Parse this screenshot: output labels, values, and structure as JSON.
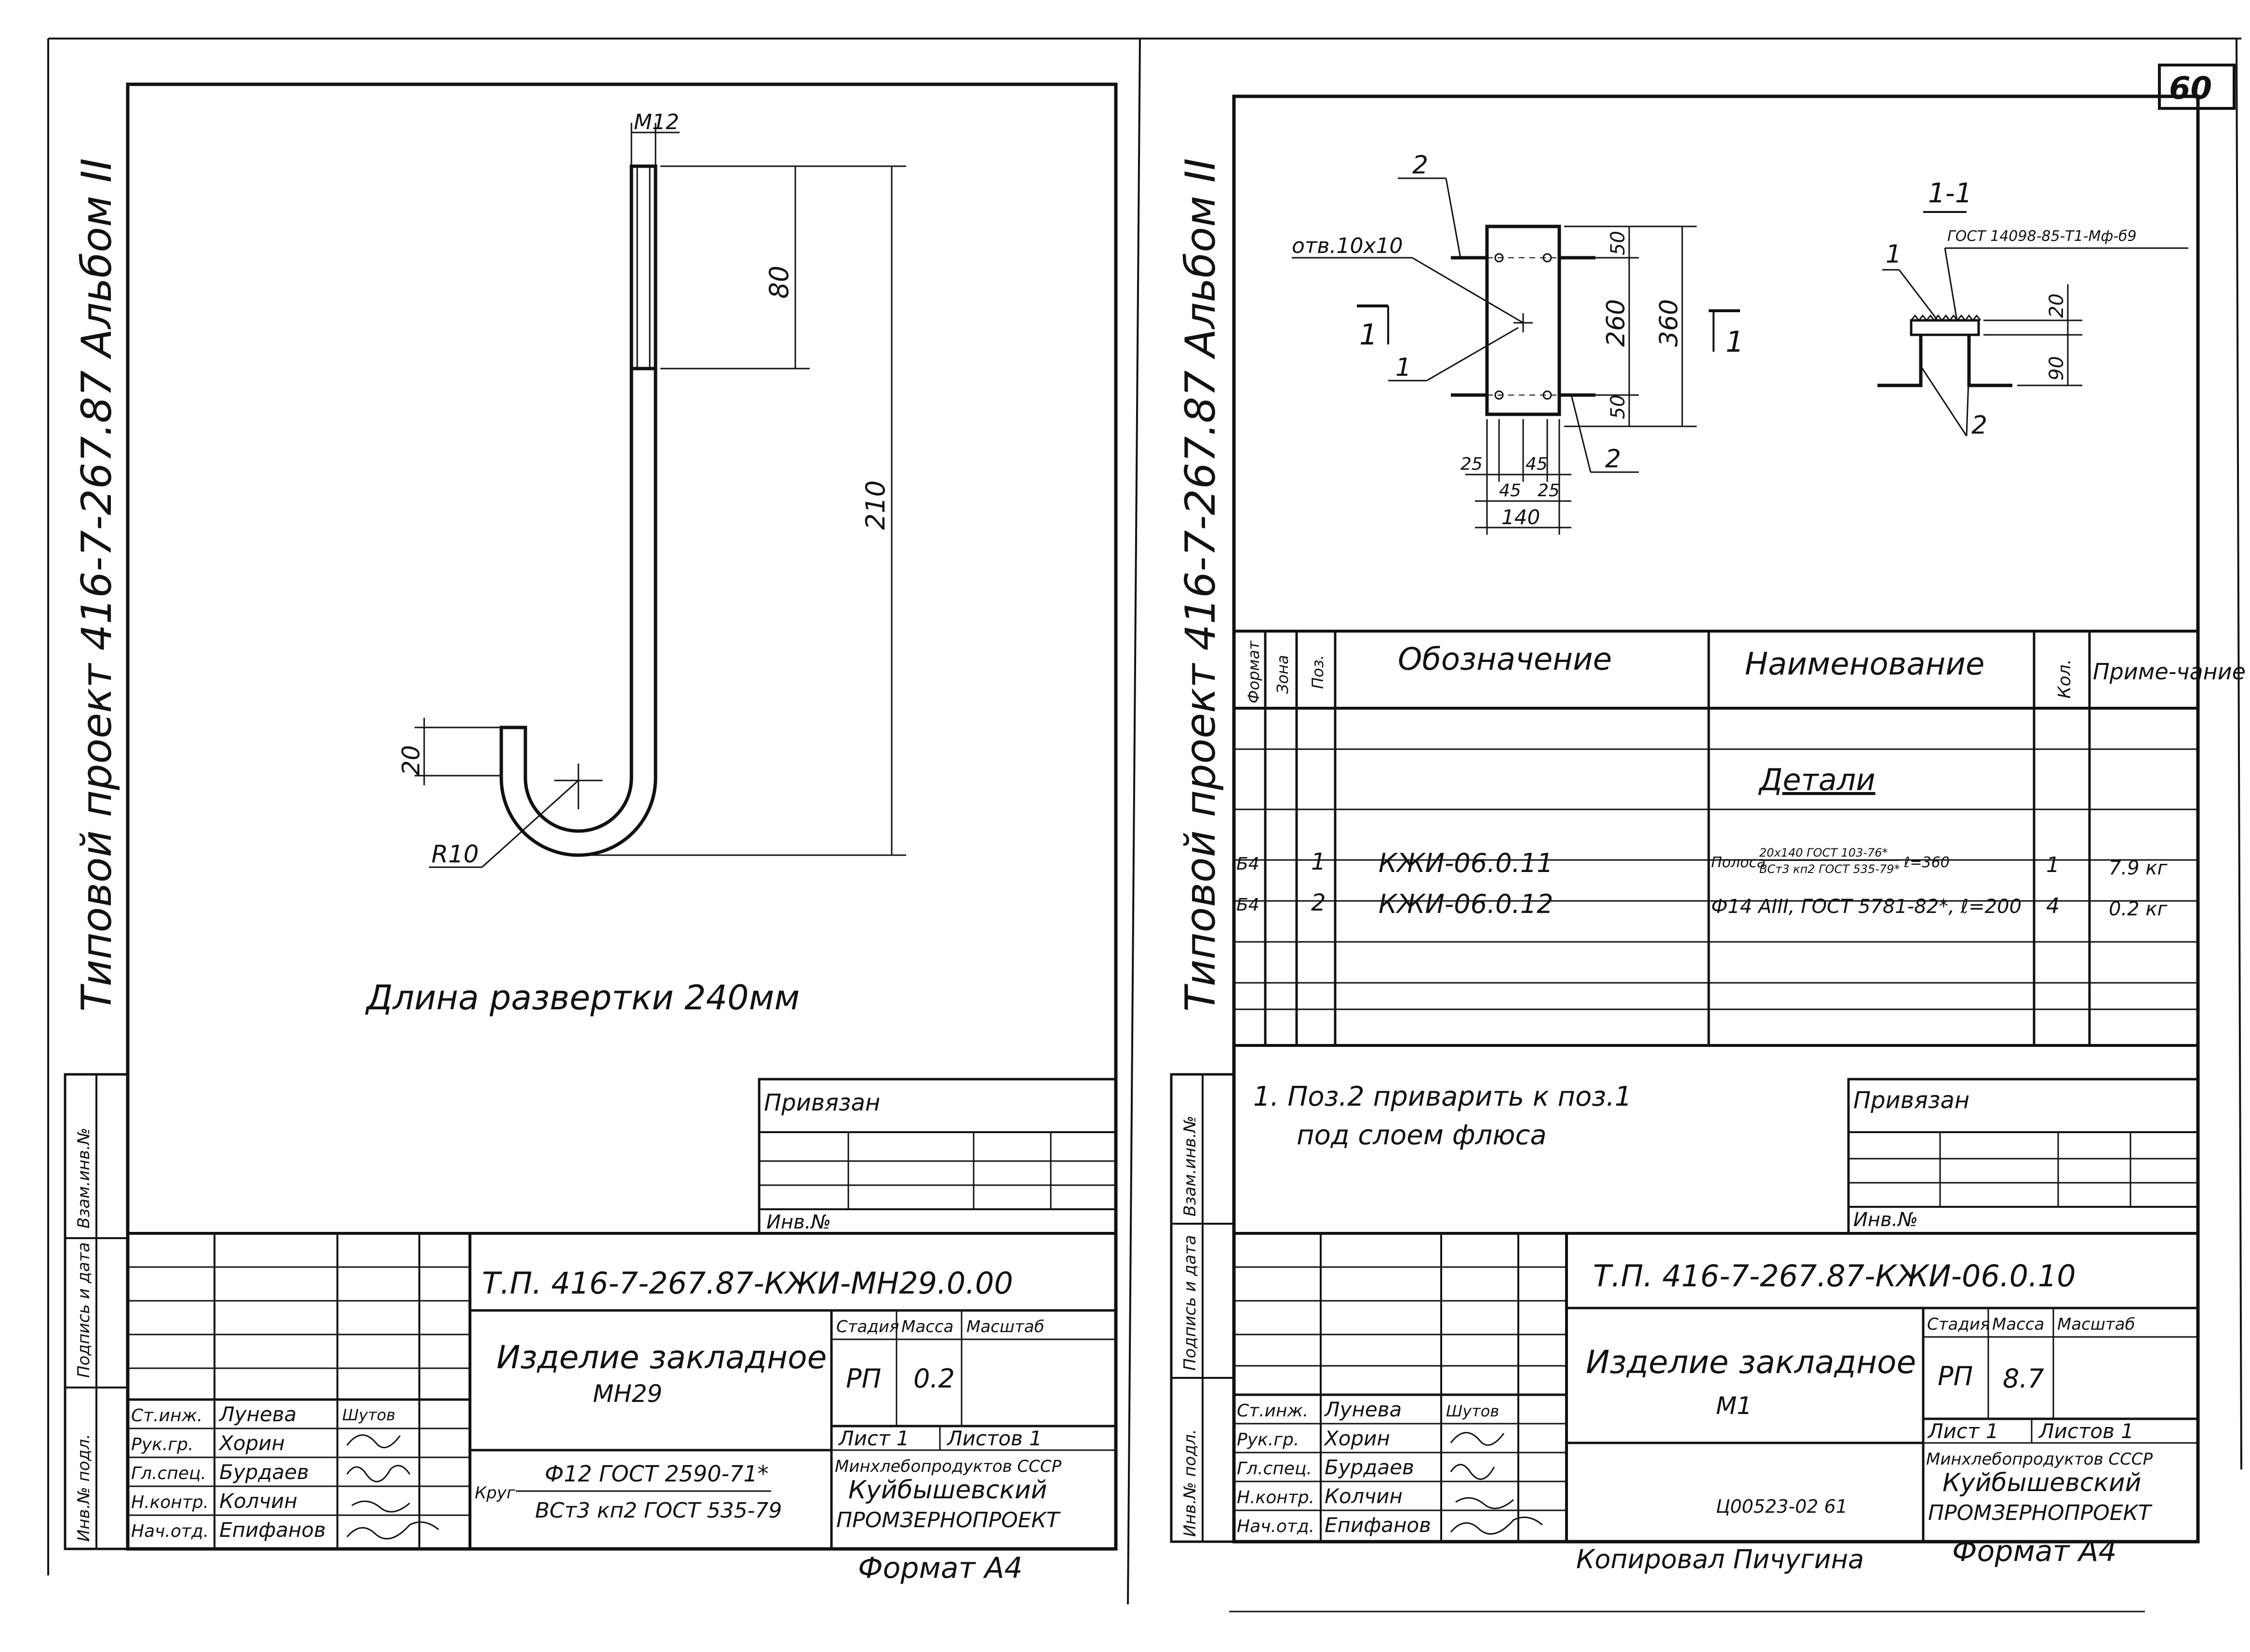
{
  "page_number": "60",
  "left_sheet": {
    "side_project": "Типовой проект 416-7-267.87 Альбом II",
    "side_stamp": [
      "Взам.инв.№",
      "Подпись и дата",
      "Инв.№ подл."
    ],
    "drawing": {
      "thread_label": "М12",
      "dim_thread": "80",
      "dim_total": "210",
      "dim_hook": "20",
      "radius": "R10"
    },
    "development_length": "Длина развертки 240мм",
    "privyazan": "Привязан",
    "inv_no": "Инв.№",
    "title_block": {
      "code": "Т.П.  416-7-267.87-КЖИ-МН29.0.00",
      "name": "Изделие закладное",
      "mark": "МН29",
      "col_stage": "Стадия",
      "col_mass": "Масса",
      "col_scale": "Масштаб",
      "stage": "РП",
      "mass": "0.2",
      "sheet": "Лист 1",
      "sheets": "Листов 1",
      "material_prefix": "Круг",
      "material_top": "Ф12 ГОСТ 2590-71*",
      "material_bottom": "ВСт3 кп2  ГОСТ 535-79",
      "org_line1": "Минхлебопродуктов СССР",
      "org_line2": "Куйбышевский",
      "org_line3": "ПРОМЗЕРНОПРОЕКТ",
      "signer_roles": [
        "Ст.инж.",
        "Рук.гр.",
        "Гл.спец.",
        "Н.контр.",
        "Нач.отд."
      ],
      "signer_names": [
        "Лунева",
        "Хорин",
        "Бурдаев",
        "Колчин",
        "Епифанов"
      ],
      "stamp_mark": "Шутов",
      "format": "Формат А4"
    }
  },
  "right_sheet": {
    "side_project": "Типовой проект 416-7-267.87 Альбом II",
    "side_stamp": [
      "Взам.инв.№",
      "Подпись и дата",
      "Инв.№ подл."
    ],
    "drawing": {
      "hole_label": "отв.10х10",
      "section_mark": "1",
      "pos_1": "1",
      "pos_2": "2",
      "dim_top": "50",
      "dim_mid": "260",
      "dim_total": "360",
      "dim_bot": "50",
      "dim_b1": "25",
      "dim_b2": "45",
      "dim_b3": "45",
      "dim_b4": "25",
      "dim_width": "140",
      "section_title": "1-1",
      "section_weld": "ГОСТ 14098-85-Т1-Мф-б9",
      "dim_s1": "20",
      "dim_s2": "90"
    },
    "spec": {
      "headers": [
        "Формат",
        "Зона",
        "Поз.",
        "Обозначение",
        "Наименование",
        "Кол.",
        "Приме-чание"
      ],
      "section": "Детали",
      "rows": [
        {
          "fmt": "Б4",
          "pos": "1",
          "code": "КЖИ-06.0.11",
          "name_a": "Полоса",
          "name_b": "20х140 ГОСТ 103-76*",
          "name_c": "ВСт3 кп2  ГОСТ 535-79*",
          "name_d": "ℓ=360",
          "qty": "1",
          "note": "7.9 кг"
        },
        {
          "fmt": "Б4",
          "pos": "2",
          "code": "КЖИ-06.0.12",
          "name_a": "Ф14 АIII, ГОСТ 5781-82*, ℓ=200",
          "name_b": "",
          "name_c": "",
          "name_d": "",
          "qty": "4",
          "note": "0.2 кг"
        }
      ]
    },
    "note_line1": "1. Поз.2 приварить к поз.1",
    "note_line2": "под слоем флюса",
    "privyazan": "Привязан",
    "inv_no": "Инв.№",
    "title_block": {
      "code": "Т.П.  416-7-267.87-КЖИ-06.0.10",
      "name": "Изделие закладное",
      "mark": "М1",
      "col_stage": "Стадия",
      "col_mass": "Масса",
      "col_scale": "Масштаб",
      "stage": "РП",
      "mass": "8.7",
      "sheet": "Лист 1",
      "sheets": "Листов 1",
      "org_line1": "Минхлебопродуктов СССР",
      "org_line2": "Куйбышевский",
      "org_line3": "ПРОМЗЕРНОПРОЕКТ",
      "signer_roles": [
        "Ст.инж.",
        "Рук.гр.",
        "Гл.спец.",
        "Н.контр.",
        "Нач.отд."
      ],
      "signer_names": [
        "Лунева",
        "Хорин",
        "Бурдаев",
        "Колчин",
        "Епифанов"
      ],
      "stamp_mark": "Шутов",
      "archive_no": "Ц00523-02  61",
      "copied": "Копировал Пичугина",
      "format": "Формат А4"
    }
  }
}
